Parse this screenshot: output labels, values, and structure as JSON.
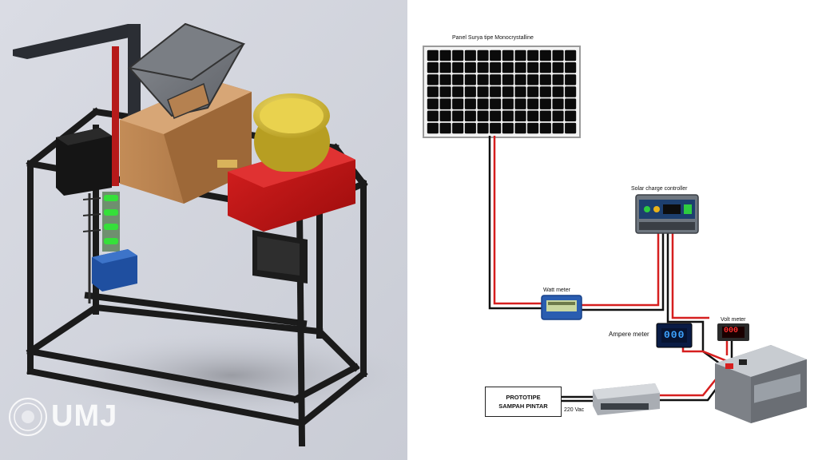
{
  "diagram": {
    "labels": {
      "solar_panel": "Panel Surya tipe Monocrystalline",
      "charge_controller": "Solar charge controller",
      "wattmeter": "Watt meter",
      "ampere_meter": "Ampere meter",
      "voltmeter": "Volt meter",
      "inverter_output": "220 Vac",
      "prototype_line1": "PROTOTIPE",
      "prototype_line2": "SAMPAH PINTAR"
    },
    "displays": {
      "ampere": "000",
      "volt": "000"
    }
  },
  "watermark": {
    "logo_text": "UMJ"
  },
  "colors": {
    "wire_red": "#d61f1f",
    "wire_black": "#111111",
    "frame": "#1b1b1b",
    "hopper_wood": "#b07a4a",
    "generator_red": "#c01616",
    "motor_yellow": "#d8c23a",
    "battery_box": "#bfc3c8",
    "left_bg": "#d3d5dd"
  }
}
